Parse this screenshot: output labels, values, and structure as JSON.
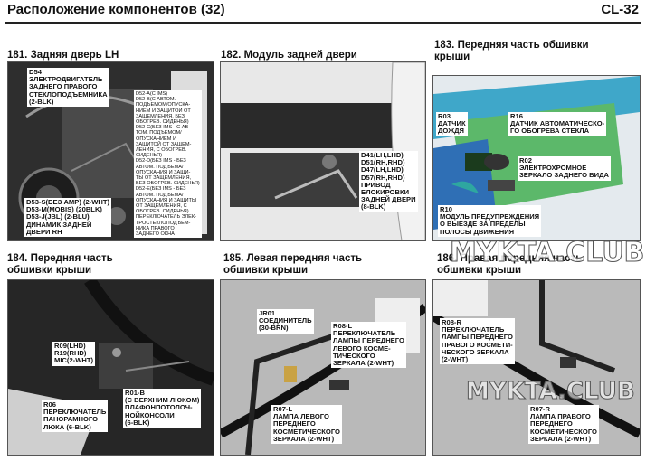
{
  "header": {
    "title": "Расположение компонентов (32)",
    "code": "CL-32"
  },
  "panels": [
    {
      "title": "181. Задняя дверь LH",
      "callouts": [
        "D54\nЭЛЕКТРОДВИГАТЕЛЬ\nЗАДНЕГО ПРАВОГО\nСТЕКЛОПОДЪЕМНИКА\n(2-BLK)",
        "D52-A(С IMS)\nD52-B(С АВТОМ.\nПОДЪЕМОМ/ОПУСКА-\nНИЕМ И ЗАЩИТОЙ ОТ\nЗАЩЕМЛЕНИЯ, БЕЗ\nОБОГРЕВ. СИДЕНЬЯ)\nD52-C(БЕЗ IMS - С АВ-\nТОМ. ПОДЪЕМОМ/\nОПУСКАНИЕМ И\nЗАЩИТОЙ ОТ ЗАЩЕМ-\nЛЕНИЯ, С ОБОГРЕВ.\nСИДЕНЬЯ)\nD52-D(БЕЗ IMS - БЕЗ\nАВТОМ. ПОДЪЕМА/\nОПУСКАНИЯ И ЗАЩИ-\nТЫ ОТ ЗАЩЕМЛЕНИЯ,\nБЕЗ ОБОГРЕВ. СИДЕНЬЯ)\nD52-E(БЕЗ IMS - БЕЗ\nАВТОМ. ПОДЪЕМА/\nОПУСКАНИЯ И ЗАЩИТЫ\nОТ ЗАЩЕМЛЕНИЯ, С\nОБОГРЕВ. СИДЕНЬЯ)\nПЕРЕКЛЮЧАТЕЛЬ ЭЛЕК-\nТРОСТЕКЛОПОДЪЕМ-\nНИКА ПРАВОГО\nЗАДНЕГО ОКНА",
        "D53-S(БЕЗ AMP) (2-WHT)\nD53-M(MOBIS) (20BLK)\nD53-J(JBL) (2-BLU)\nДИНАМИК ЗАДНЕЙ\nДВЕРИ RH"
      ]
    },
    {
      "title": "182. Модуль задней двери",
      "callouts": [
        "D41(LH,LHD)\nD51(RH,RHD)\nD47(LH,LHD)\nD57(RH,RHD)\nПРИВОД\nБЛОКИРОВКИ\nЗАДНЕЙ ДВЕРИ\n(8-BLK)"
      ]
    },
    {
      "title": "183. Передняя часть обшивки\nкрыши",
      "callouts": [
        "R03\nДАТЧИК\nДОЖДЯ",
        "R16\nДАТЧИК АВТОМАТИЧЕСКО-\nГО ОБОГРЕВА СТЕКЛА",
        "R02\nЭЛЕКТРОХРОМНОЕ\nЗЕРКАЛО ЗАДНЕГО ВИДА",
        "R10\nМОДУЛЬ ПРЕДУПРЕЖДЕНИЯ\nО ВЫЕЗДЕ ЗА ПРЕДЕЛЫ\nПОЛОСЫ ДВИЖЕНИЯ"
      ]
    },
    {
      "title": "184. Передняя часть\nобшивки крыши",
      "callouts": [
        "R09(LHD)\nR19(RHD)\nMIC(2-WHT)",
        "R06\nПЕРЕКЛЮЧАТЕЛЬ\nПАНОРАМНОГО\nЛЮКА (6-BLK)",
        "R01-B\n(С ВЕРХНИМ ЛЮКОМ)\nПЛАФОНПОТОЛОЧ-\nНОЙКОНСОЛИ\n(6-BLK)"
      ]
    },
    {
      "title": "185. Левая передняя часть\nобшивки крыши",
      "callouts": [
        "JR01\nСОЕДИНИТЕЛЬ\n(30-BRN)",
        "R08-L\nПЕРЕКЛЮЧАТЕЛЬ\nЛАМПЫ ПЕРЕДНЕГО\nЛЕВОГО КОСМЕ-\nТИЧЕСКОГО\nЗЕРКАЛА (2-WHT)",
        "R07-L\nЛАМПА ЛЕВОГО\nПЕРЕДНЕГО\nКОСМЕТИЧЕСКОГО\nЗЕРКАЛА (2-WHT)"
      ]
    },
    {
      "title": "186. Правая передняя часть\nобшивки крыши",
      "callouts": [
        "R08-R\nПЕРЕКЛЮЧАТЕЛЬ\nЛАМПЫ ПЕРЕДНЕГО\nПРАВОГО КОСМЕТИ-\nЧЕСКОГО ЗЕРКАЛА\n(2-WHT)",
        "R07-R\nЛАМПА ПРАВОГО\nПЕРЕДНЕГО\nКОСМЕТИЧЕСКОГО\nЗЕРКАЛА (2-WHT)"
      ]
    }
  ],
  "watermarks": [
    "MYKTA.CLUB",
    "MYKTA.CLUB"
  ]
}
